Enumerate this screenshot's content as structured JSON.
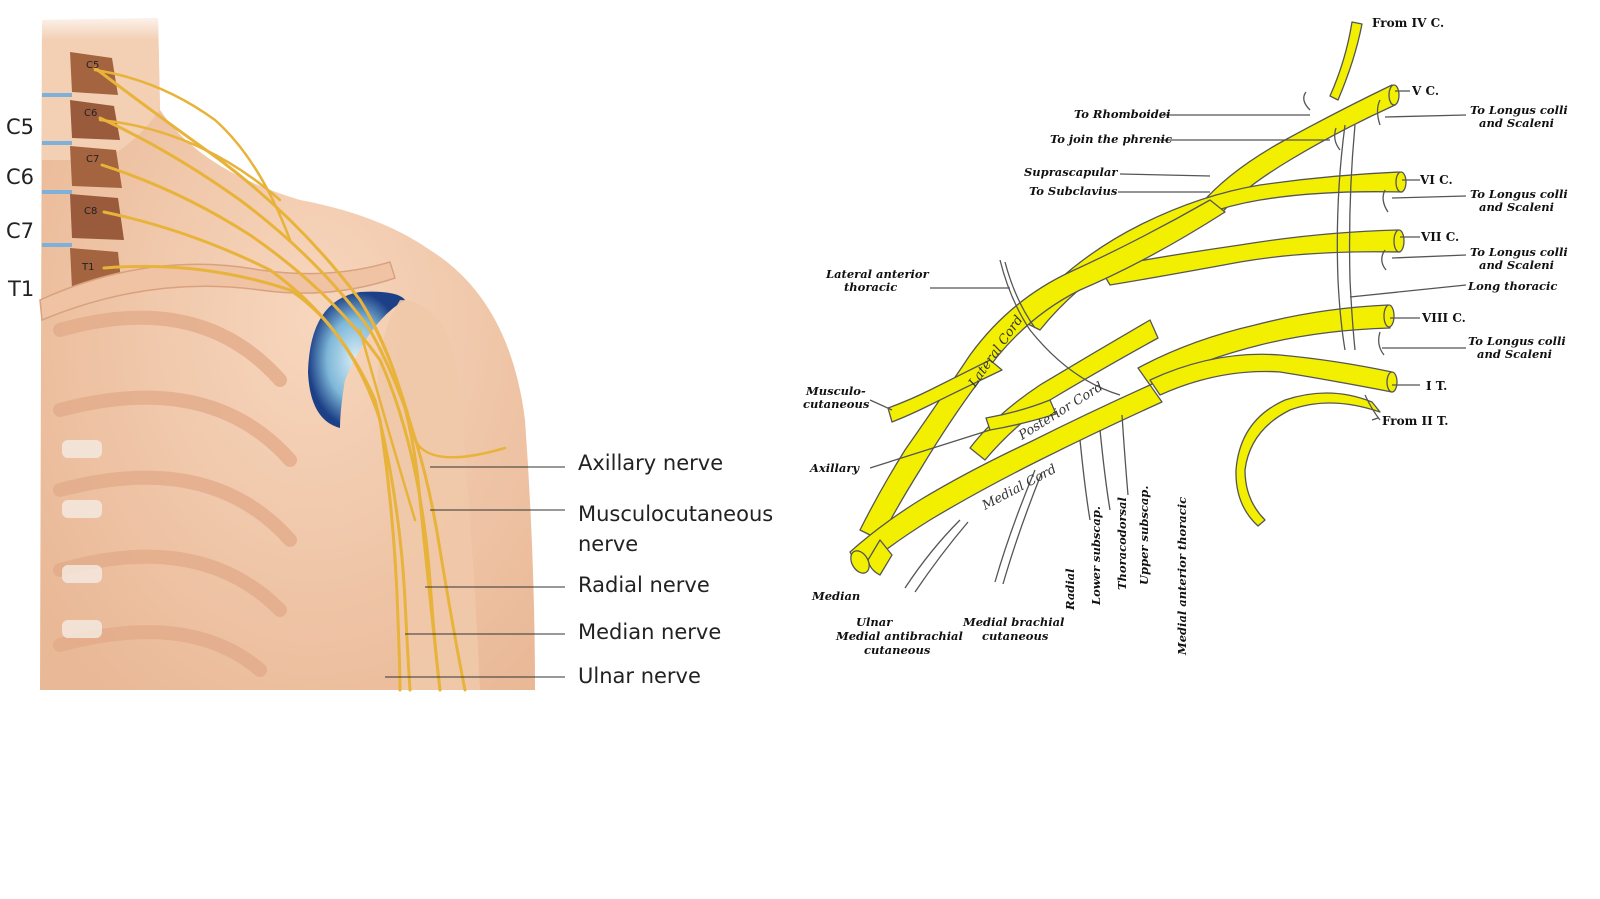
{
  "left_figure": {
    "spinal_levels": [
      "C5",
      "C6",
      "C7",
      "T1"
    ],
    "vertebra_marks": [
      "C5",
      "C6",
      "C7",
      "C8",
      "T1"
    ],
    "nerve_labels": {
      "axillary": "Axillary nerve",
      "musculocutaneous_1": "Musculocutaneous",
      "musculocutaneous_2": "nerve",
      "radial": "Radial nerve",
      "median": "Median nerve",
      "ulnar": "Ulnar nerve"
    },
    "colors": {
      "skin": "#f1c6a6",
      "nerve": "#e8b33a",
      "vertebra": "#9a5a3c"
    }
  },
  "right_figure": {
    "roots": {
      "from_iv": "From IV C.",
      "v": "V C.",
      "vi": "VI C.",
      "vii": "VII C.",
      "viii": "VIII C.",
      "i_t": "I T.",
      "from_ii": "From II T."
    },
    "branches": {
      "rhomboidei": "To Rhomboidei",
      "phrenic": "To join the phrenic",
      "suprascapular": "Suprascapular",
      "subclavius": "To Subclavius",
      "longus_1a": "To Longus colli",
      "longus_1b": "and Scaleni",
      "longus_2a": "To Longus colli",
      "longus_2b": "and Scaleni",
      "longus_3a": "To Longus colli",
      "longus_3b": "and Scaleni",
      "long_thoracic": "Long thoracic",
      "longus_4a": "To Longus colli",
      "longus_4b": "and Scaleni",
      "lat_ant_thoracic_1": "Lateral anterior",
      "lat_ant_thoracic_2": "thoracic",
      "musculo_1": "Musculo-",
      "musculo_2": "cutaneous",
      "axillary": "Axillary",
      "median": "Median",
      "ulnar": "Ulnar",
      "med_antibrachial_1": "Medial antibrachial",
      "med_antibrachial_2": "cutaneous",
      "med_brachial_1": "Medial brachial",
      "med_brachial_2": "cutaneous",
      "radial": "Radial",
      "lower_subscap": "Lower subscap.",
      "thoracodorsal": "Thoracodorsal",
      "upper_subscap": "Upper subscap.",
      "med_ant_thoracic": "Medial anterior thoracic"
    },
    "cords": {
      "lateral": "Lateral  Cord",
      "posterior": "Posterior  Cord",
      "medial": "Medial  Cord"
    },
    "colors": {
      "nerve": "#f2f000",
      "outline": "#555555"
    }
  }
}
